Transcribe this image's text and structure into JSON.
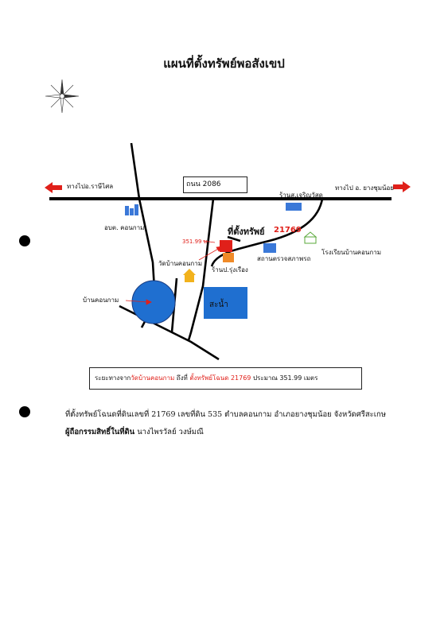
{
  "title": "แผนที่ตั้งทรัพย์พอสังเขป",
  "road": {
    "name": "ถนน 2086"
  },
  "directions": {
    "left": "ทางไปอ.ราษีไศล",
    "right": "ทางไป อ. ยางชุมน้อย"
  },
  "places": {
    "shop_charoen": "ร้านส.เจริญวัสดุ",
    "obt": "อบต. คอนกาม",
    "property": "ที่ตั้งทรัพย์",
    "property_no": "21769",
    "distance_small": "351.99 ม",
    "school": "โรงเรียนบ้านคอนกาม",
    "police": "สถานตรวจสภาพรถ",
    "shop_rung": "ร้านป.รุ่งเรือง",
    "temple": "วัดบ้านคอนกาม",
    "village": "บ้านคอนกาม",
    "pond": "สะน้ำ"
  },
  "distance_box": {
    "part1": "ระยะทางจาก",
    "from": "วัดบ้านคอนกาม",
    "part2": " ถึงที่ ",
    "to": "ตั้งทรัพย์โฉนด 21769",
    "part3": " ประมาณ 351.99 เมตร"
  },
  "info": {
    "line1": "ที่ตั้งทรัพย์โฉนดที่ดินเลขที่ 21769  เลขที่ดิน 535  ตำบลคอนกาม  อำเภอยางชุมน้อย จังหวัดศรีสะเกษ",
    "owner_label": "ผู้ถือกรรมสิทธิ์ในที่ดิน",
    "owner_name": " นางไพรวัลย์ วงษ์มณี"
  },
  "colors": {
    "accent_red": "#e0201a",
    "building_blue": "#3a78d8",
    "pond_blue": "#1f6fd0",
    "house_orange": "#f08a28",
    "temple_yellow": "#f2b21c"
  }
}
